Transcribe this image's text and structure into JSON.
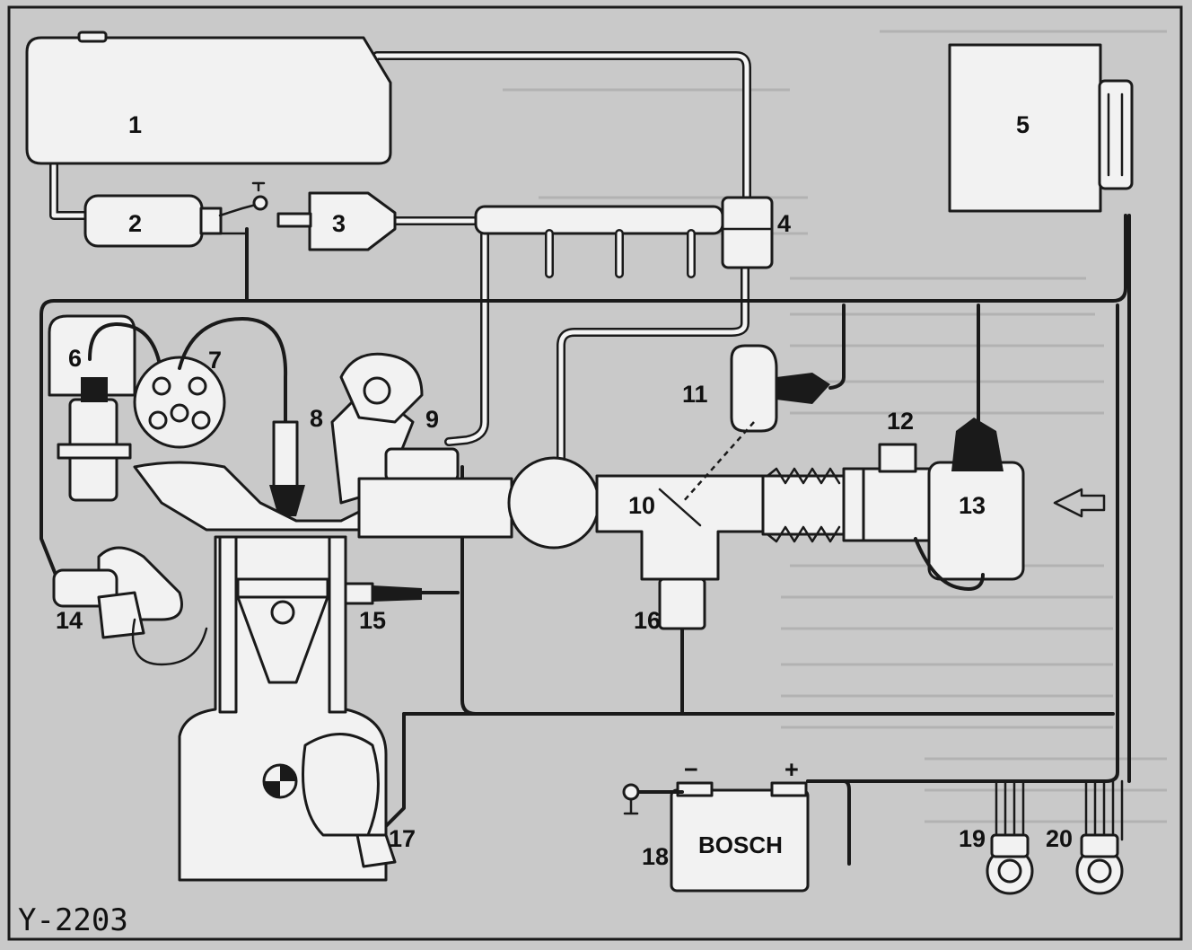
{
  "diagram": {
    "code": "Y-2203",
    "brand": "BOSCH",
    "battery_minus": "−",
    "battery_plus": "+",
    "callouts": [
      "1",
      "2",
      "3",
      "4",
      "5",
      "6",
      "7",
      "8",
      "9",
      "10",
      "11",
      "12",
      "13",
      "14",
      "15",
      "16",
      "17",
      "18",
      "19",
      "20"
    ]
  }
}
